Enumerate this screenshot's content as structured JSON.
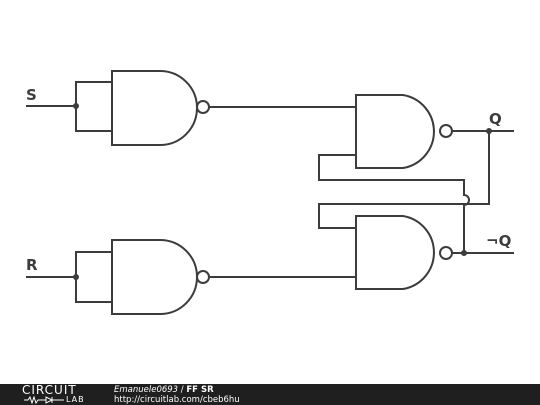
{
  "labels": {
    "input_s": "S",
    "input_r": "R",
    "output_q": "Q",
    "output_q_not": "¬Q"
  },
  "footer": {
    "logo_word": "CIRCUIT",
    "logo_sub": "LAB",
    "author": "Emanuele0693",
    "separator": " / ",
    "title": "FF SR",
    "url": "http://circuitlab.com/cbeb6hu"
  },
  "colors": {
    "wire": "#3c3c3c",
    "footer_bg": "#1f1f1f",
    "footer_text": "#ffffff"
  },
  "components": [
    "nand-gate",
    "nand-gate",
    "nand-gate",
    "nand-gate"
  ]
}
